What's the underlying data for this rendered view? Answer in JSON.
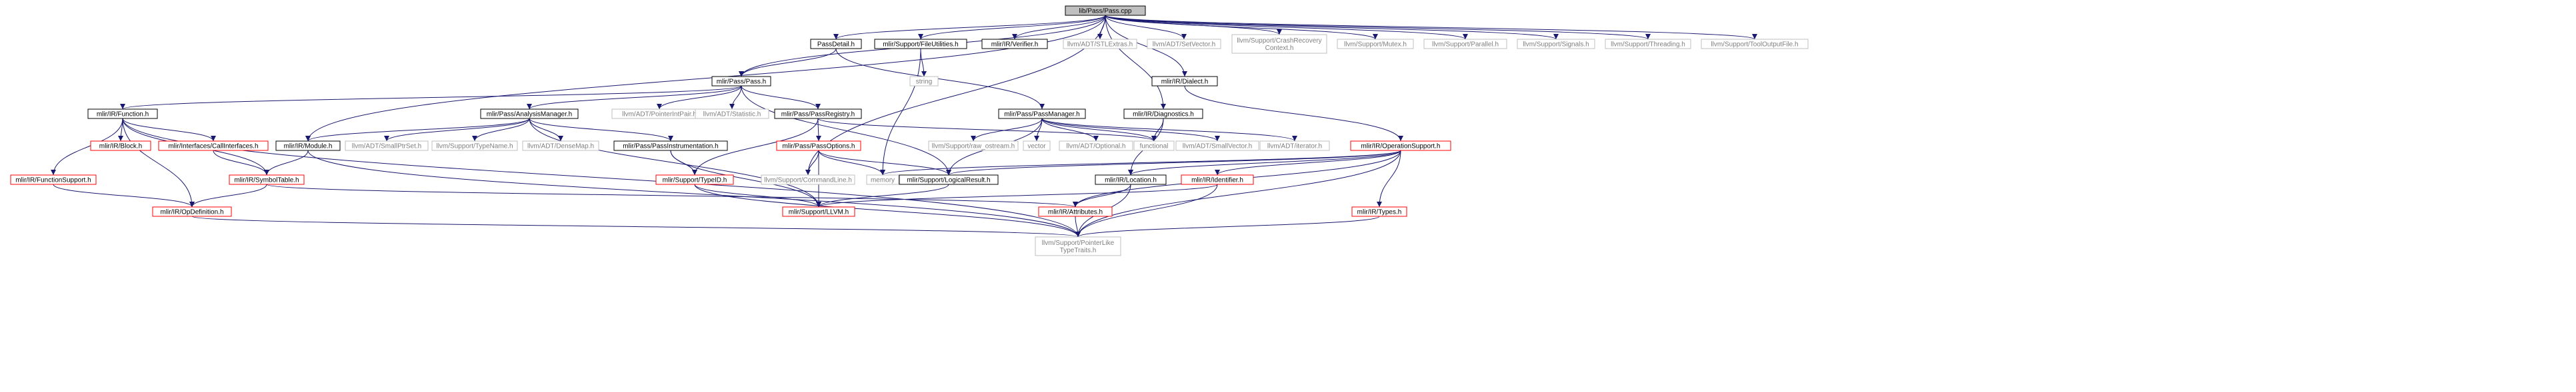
{
  "graph": {
    "colors": {
      "edge": "#191970",
      "normal_border": "#000000",
      "missing_border": "#bfbfbf",
      "missing_text": "#7f7f7f",
      "highlight_border": "#ff0000",
      "root_fill": "#bfbfbf",
      "text": "#000000"
    },
    "nodes": [
      {
        "id": "pass_cpp",
        "label": "lib/Pass/Pass.cpp",
        "kind": "root"
      },
      {
        "id": "passdetail",
        "label": "PassDetail.h",
        "kind": "normal"
      },
      {
        "id": "fileutil",
        "label": "mlir/Support/FileUtilities.h",
        "kind": "normal"
      },
      {
        "id": "verifier",
        "label": "mlir/IR/Verifier.h",
        "kind": "normal"
      },
      {
        "id": "stlextras",
        "label": "llvm/ADT/STLExtras.h",
        "kind": "missing"
      },
      {
        "id": "setvector",
        "label": "llvm/ADT/SetVector.h",
        "kind": "missing"
      },
      {
        "id": "crashrecovery",
        "label": "llvm/Support/CrashRecovery|Context.h",
        "kind": "missing"
      },
      {
        "id": "mutex",
        "label": "llvm/Support/Mutex.h",
        "kind": "missing"
      },
      {
        "id": "parallel",
        "label": "llvm/Support/Parallel.h",
        "kind": "missing"
      },
      {
        "id": "signals",
        "label": "llvm/Support/Signals.h",
        "kind": "missing"
      },
      {
        "id": "threading",
        "label": "llvm/Support/Threading.h",
        "kind": "missing"
      },
      {
        "id": "tooloutput",
        "label": "llvm/Support/ToolOutputFile.h",
        "kind": "missing"
      },
      {
        "id": "string",
        "label": "string",
        "kind": "missing"
      },
      {
        "id": "dialect",
        "label": "mlir/IR/Dialect.h",
        "kind": "normal"
      },
      {
        "id": "passh",
        "label": "mlir/Pass/Pass.h",
        "kind": "normal"
      },
      {
        "id": "function",
        "label": "mlir/IR/Function.h",
        "kind": "normal"
      },
      {
        "id": "analysismgr",
        "label": "mlir/Pass/AnalysisManager.h",
        "kind": "normal"
      },
      {
        "id": "ptrintpair",
        "label": "llvm/ADT/PointerIntPair.h",
        "kind": "missing"
      },
      {
        "id": "statistic",
        "label": "llvm/ADT/Statistic.h",
        "kind": "missing"
      },
      {
        "id": "passregistry",
        "label": "mlir/Pass/PassRegistry.h",
        "kind": "normal"
      },
      {
        "id": "passmanager",
        "label": "mlir/Pass/PassManager.h",
        "kind": "normal"
      },
      {
        "id": "diagnostics",
        "label": "mlir/IR/Diagnostics.h",
        "kind": "normal"
      },
      {
        "id": "block",
        "label": "mlir/IR/Block.h",
        "kind": "highlight"
      },
      {
        "id": "callinterfaces",
        "label": "mlir/Interfaces/CallInterfaces.h",
        "kind": "highlight"
      },
      {
        "id": "moduleh",
        "label": "mlir/IR/Module.h",
        "kind": "normal"
      },
      {
        "id": "smallptrset",
        "label": "llvm/ADT/SmallPtrSet.h",
        "kind": "missing"
      },
      {
        "id": "typename",
        "label": "llvm/Support/TypeName.h",
        "kind": "missing"
      },
      {
        "id": "densemap",
        "label": "llvm/ADT/DenseMap.h",
        "kind": "missing"
      },
      {
        "id": "passinstr",
        "label": "mlir/Pass/PassInstrumentation.h",
        "kind": "normal"
      },
      {
        "id": "passoptions",
        "label": "mlir/Pass/PassOptions.h",
        "kind": "highlight"
      },
      {
        "id": "rawostream",
        "label": "llvm/Support/raw_ostream.h",
        "kind": "missing"
      },
      {
        "id": "vector",
        "label": "vector",
        "kind": "missing"
      },
      {
        "id": "optional",
        "label": "llvm/ADT/Optional.h",
        "kind": "missing"
      },
      {
        "id": "functional",
        "label": "functional",
        "kind": "missing"
      },
      {
        "id": "smallvector",
        "label": "llvm/ADT/SmallVector.h",
        "kind": "missing"
      },
      {
        "id": "iterator",
        "label": "llvm/ADT/iterator.h",
        "kind": "missing"
      },
      {
        "id": "opsupport",
        "label": "mlir/IR/OperationSupport.h",
        "kind": "highlight"
      },
      {
        "id": "funcsupport",
        "label": "mlir/IR/FunctionSupport.h",
        "kind": "highlight"
      },
      {
        "id": "symboltable",
        "label": "mlir/IR/SymbolTable.h",
        "kind": "highlight"
      },
      {
        "id": "typeid",
        "label": "mlir/Support/TypeID.h",
        "kind": "highlight"
      },
      {
        "id": "commandline",
        "label": "llvm/Support/CommandLine.h",
        "kind": "missing"
      },
      {
        "id": "memory",
        "label": "memory",
        "kind": "missing"
      },
      {
        "id": "logicalresult",
        "label": "mlir/Support/LogicalResult.h",
        "kind": "normal"
      },
      {
        "id": "location",
        "label": "mlir/IR/Location.h",
        "kind": "normal"
      },
      {
        "id": "identifier",
        "label": "mlir/IR/Identifier.h",
        "kind": "highlight"
      },
      {
        "id": "opdefinition",
        "label": "mlir/IR/OpDefinition.h",
        "kind": "highlight"
      },
      {
        "id": "llvmh",
        "label": "mlir/Support/LLVM.h",
        "kind": "highlight"
      },
      {
        "id": "attributes",
        "label": "mlir/IR/Attributes.h",
        "kind": "highlight"
      },
      {
        "id": "types",
        "label": "mlir/IR/Types.h",
        "kind": "highlight"
      },
      {
        "id": "ptrliketypetraits",
        "label": "llvm/Support/PointerLike|TypeTraits.h",
        "kind": "missing"
      }
    ],
    "edges": [
      [
        "pass_cpp",
        "passdetail"
      ],
      [
        "pass_cpp",
        "fileutil"
      ],
      [
        "pass_cpp",
        "verifier"
      ],
      [
        "pass_cpp",
        "stlextras"
      ],
      [
        "pass_cpp",
        "setvector"
      ],
      [
        "pass_cpp",
        "crashrecovery"
      ],
      [
        "pass_cpp",
        "mutex"
      ],
      [
        "pass_cpp",
        "parallel"
      ],
      [
        "pass_cpp",
        "signals"
      ],
      [
        "pass_cpp",
        "threading"
      ],
      [
        "pass_cpp",
        "tooloutput"
      ],
      [
        "pass_cpp",
        "dialect"
      ],
      [
        "pass_cpp",
        "passh"
      ],
      [
        "pass_cpp",
        "diagnostics"
      ],
      [
        "pass_cpp",
        "moduleh"
      ],
      [
        "pass_cpp",
        "commandline"
      ],
      [
        "passdetail",
        "passh"
      ],
      [
        "passdetail",
        "passmanager"
      ],
      [
        "fileutil",
        "string"
      ],
      [
        "fileutil",
        "memory"
      ],
      [
        "dialect",
        "opsupport"
      ],
      [
        "passh",
        "function"
      ],
      [
        "passh",
        "analysismgr"
      ],
      [
        "passh",
        "ptrintpair"
      ],
      [
        "passh",
        "statistic"
      ],
      [
        "passh",
        "passregistry"
      ],
      [
        "passh",
        "logicalresult"
      ],
      [
        "function",
        "block"
      ],
      [
        "function",
        "callinterfaces"
      ],
      [
        "function",
        "funcsupport"
      ],
      [
        "function",
        "symboltable"
      ],
      [
        "function",
        "opdefinition"
      ],
      [
        "function",
        "ptrliketypetraits"
      ],
      [
        "analysismgr",
        "moduleh"
      ],
      [
        "analysismgr",
        "smallptrset"
      ],
      [
        "analysismgr",
        "typename"
      ],
      [
        "analysismgr",
        "densemap"
      ],
      [
        "analysismgr",
        "passinstr"
      ],
      [
        "analysismgr",
        "llvmh"
      ],
      [
        "passregistry",
        "passoptions"
      ],
      [
        "passregistry",
        "typeid"
      ],
      [
        "passregistry",
        "functional"
      ],
      [
        "passmanager",
        "rawostream"
      ],
      [
        "passmanager",
        "vector"
      ],
      [
        "passmanager",
        "optional"
      ],
      [
        "passmanager",
        "functional"
      ],
      [
        "passmanager",
        "smallvector"
      ],
      [
        "passmanager",
        "iterator"
      ],
      [
        "passmanager",
        "logicalresult"
      ],
      [
        "diagnostics",
        "functional"
      ],
      [
        "diagnostics",
        "location"
      ],
      [
        "callinterfaces",
        "symboltable"
      ],
      [
        "moduleh",
        "symboltable"
      ],
      [
        "moduleh",
        "ptrliketypetraits"
      ],
      [
        "passinstr",
        "typeid"
      ],
      [
        "passinstr",
        "llvmh"
      ],
      [
        "passoptions",
        "commandline"
      ],
      [
        "passoptions",
        "memory"
      ],
      [
        "passoptions",
        "logicalresult"
      ],
      [
        "passoptions",
        "llvmh"
      ],
      [
        "opsupport",
        "memory"
      ],
      [
        "opsupport",
        "logicalresult"
      ],
      [
        "opsupport",
        "location"
      ],
      [
        "opsupport",
        "identifier"
      ],
      [
        "opsupport",
        "attributes"
      ],
      [
        "opsupport",
        "types"
      ],
      [
        "opsupport",
        "ptrliketypetraits"
      ],
      [
        "funcsupport",
        "opdefinition"
      ],
      [
        "symboltable",
        "opdefinition"
      ],
      [
        "symboltable",
        "attributes"
      ],
      [
        "typeid",
        "llvmh"
      ],
      [
        "typeid",
        "ptrliketypetraits"
      ],
      [
        "logicalresult",
        "llvmh"
      ],
      [
        "location",
        "attributes"
      ],
      [
        "location",
        "ptrliketypetraits"
      ],
      [
        "identifier",
        "llvmh"
      ],
      [
        "identifier",
        "ptrliketypetraits"
      ],
      [
        "opdefinition",
        "ptrliketypetraits"
      ],
      [
        "attributes",
        "ptrliketypetraits"
      ],
      [
        "types",
        "ptrliketypetraits"
      ]
    ]
  }
}
